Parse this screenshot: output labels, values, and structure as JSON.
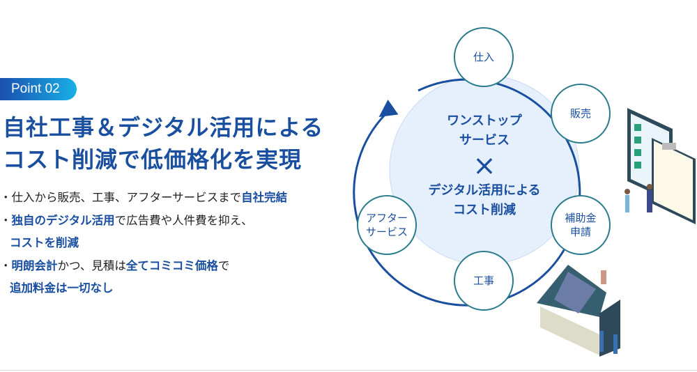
{
  "badge": "Point 02",
  "title": {
    "line1": "自社工事＆デジタル活用による",
    "line2": "コスト削減で低価格化を実現"
  },
  "bullets": [
    {
      "plain1": "仕入から販売、工事、アフターサービスまで",
      "bold1": "自社完結"
    },
    {
      "bold1": "独自のデジタル活用",
      "plain1": "で広告費や人件費を抑え、",
      "bold2": "コストを削減"
    },
    {
      "bold1": "明朗会計",
      "plain1": "かつ、見積は",
      "bold2": "全てコミコミ価格",
      "plain2": "で",
      "bold3": "追加料金は一切なし"
    }
  ],
  "diagram": {
    "center_line1": "ワンストップ",
    "center_line2": "サービス",
    "cross": "×",
    "center_line3": "デジタル活用による",
    "center_line4": "コスト削減",
    "nodes": [
      "仕入",
      "販売",
      "補助金\n申請",
      "工事",
      "アフター\nサービス"
    ],
    "node_lines": {
      "n3a": "補助金",
      "n3b": "申請",
      "n5a": "アフター",
      "n5b": "サービス"
    }
  },
  "colors": {
    "accent": "#1a4f9f",
    "center_fill": "#e6f0fd",
    "node_border": "#2a7b8c"
  }
}
